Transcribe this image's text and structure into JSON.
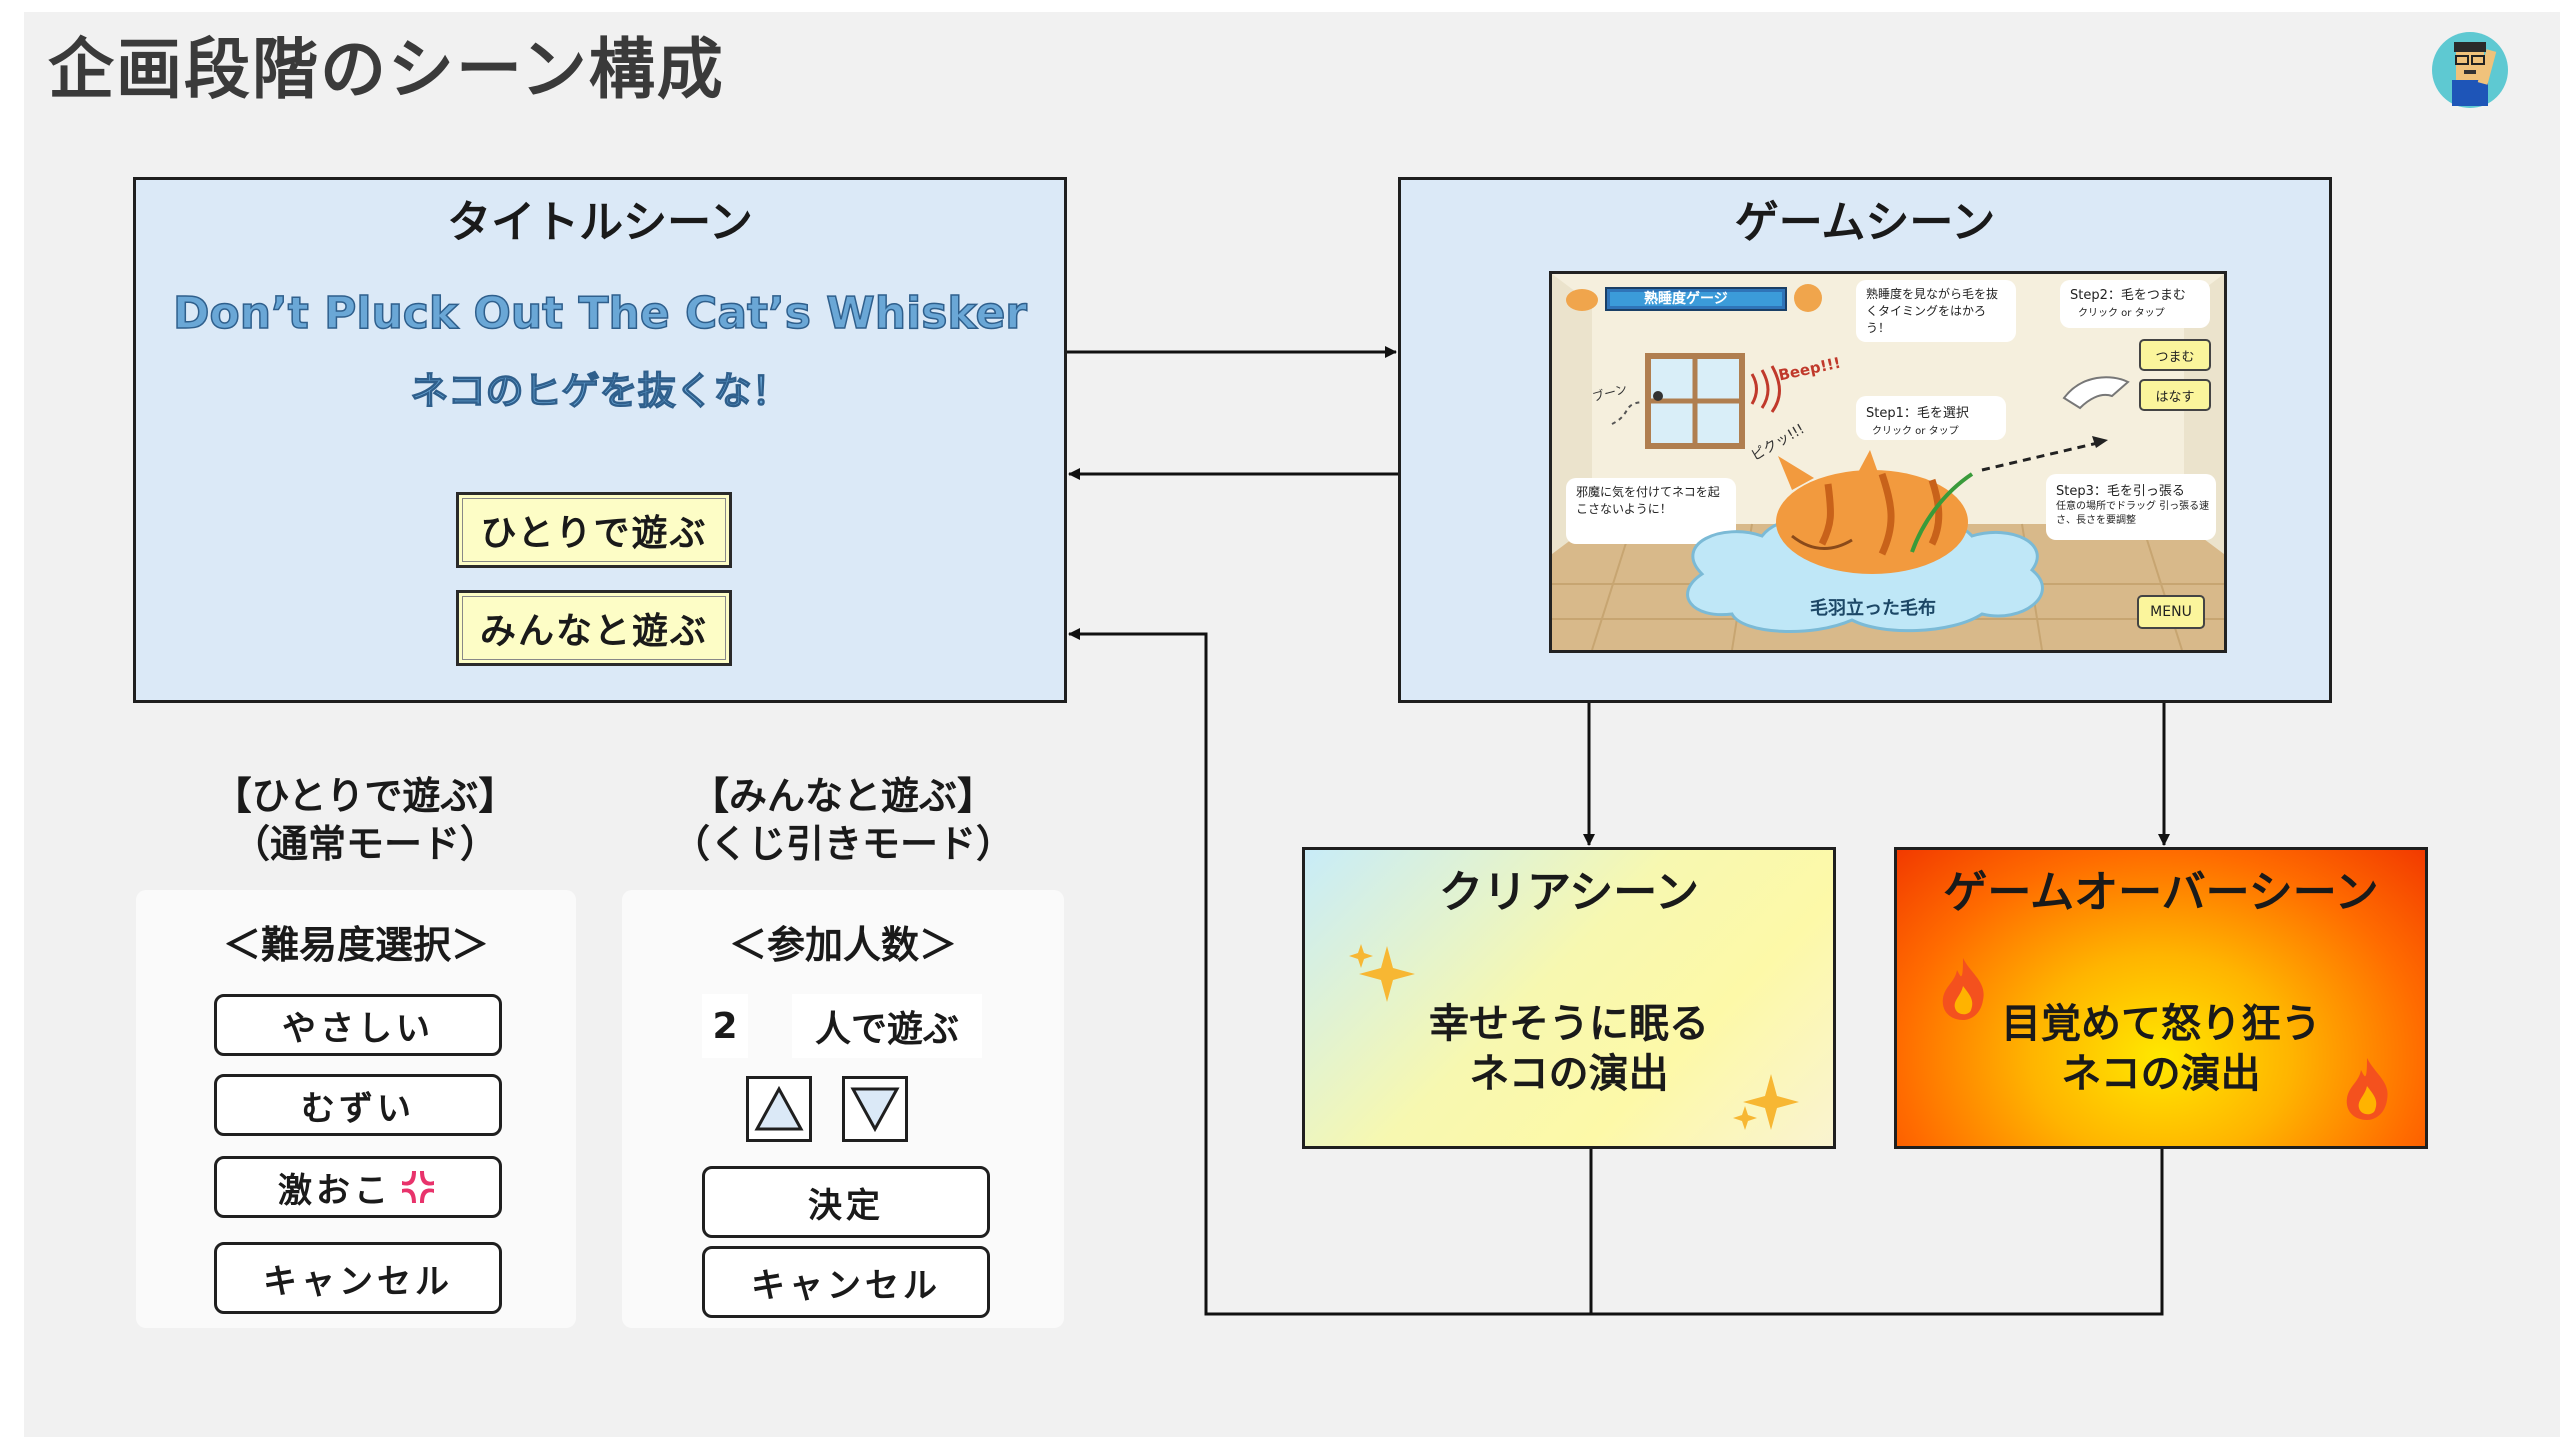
{
  "page_title": "企画段階のシーン構成",
  "title_scene": {
    "label": "タイトルシーン",
    "game_title_en": "Don’t Pluck Out The Cat’s Whisker",
    "game_title_ja": "ネコのヒゲを抜くな！",
    "buttons": [
      "ひとりで遊ぶ",
      "みんなと遊ぶ"
    ]
  },
  "game_scene": {
    "label": "ゲームシーン",
    "screenshot": {
      "gauge_label": "熟睡度ゲージ",
      "tip_gauge": "熟睡度を見ながら毛を抜くタイミングをはかろう！",
      "step1_title": "Step1：毛を選択",
      "step1_sub": "クリック or タップ",
      "step2_title": "Step2：毛をつまむ",
      "step2_sub": "クリック or タップ",
      "step3_title": "Step3：毛を引っ張る",
      "step3_sub": "任意の場所でドラッグ 引っ張る速さ、長さを要調整",
      "btn_pinch": "つまむ",
      "btn_release": "はなす",
      "btn_menu": "MENU",
      "note_disturb": "邪魔に気を付けてネコを起こさないように！",
      "blanket": "毛羽立った毛布",
      "beep": "Beep!!!",
      "fly_sound": "ブーン",
      "twitch": "ピクッ!!!"
    }
  },
  "clear_scene": {
    "label": "クリアシーン",
    "line1": "幸せそうに眠る",
    "line2": "ネコの演出"
  },
  "gameover_scene": {
    "label": "ゲームオーバーシーン",
    "line1": "目覚めて怒り狂う",
    "line2": "ネコの演出"
  },
  "solo_mode": {
    "heading": "【ひとりで遊ぶ】",
    "subheading": "（通常モード）",
    "panel_title": "＜難易度選択＞",
    "options": [
      "やさしい",
      "むずい",
      "激おこ",
      "キャンセル"
    ]
  },
  "multi_mode": {
    "heading": "【みんなと遊ぶ】",
    "subheading": "（くじ引きモード）",
    "panel_title": "＜参加人数＞",
    "count": "2",
    "count_suffix": "人で遊ぶ",
    "confirm": "決定",
    "cancel": "キャンセル"
  },
  "icons": {
    "avatar": "avatar-icon",
    "anger": "anger-icon",
    "sparkles": "sparkles-icon",
    "fire": "fire-icon",
    "up": "triangle-up-icon",
    "down": "triangle-down-icon"
  },
  "colors": {
    "scene_bg": "#dbe9f7",
    "button_yellow": "#fdfdc6",
    "title_text": "#6aa7d6",
    "fire_orange": "#ff6c00"
  }
}
